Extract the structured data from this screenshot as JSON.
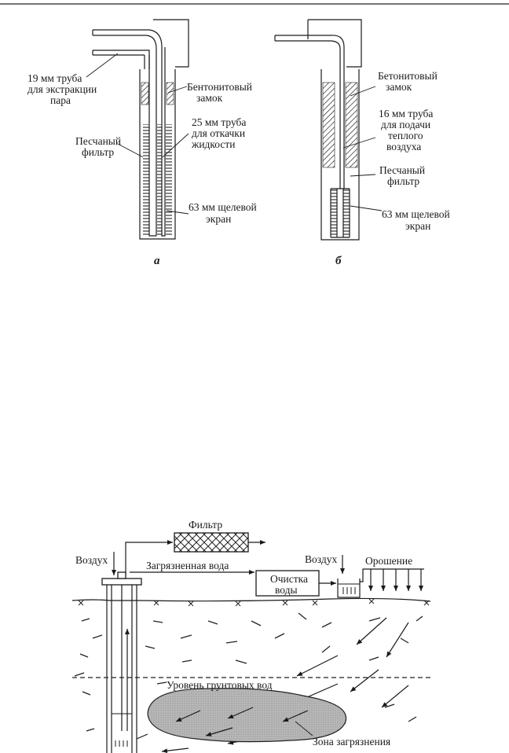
{
  "top_diagram": {
    "a": {
      "label_pipe19": [
        "19 мм труба",
        "для экстракции",
        "пара"
      ],
      "label_bentonite": [
        "Бентонитовый",
        "замок"
      ],
      "label_pipe25": [
        "25 мм труба",
        "для откачки",
        "жидкости"
      ],
      "label_sand": [
        "Песчаный",
        "фильтр"
      ],
      "label_screen": [
        "63 мм щелевой",
        "экран"
      ],
      "caption": "а"
    },
    "b": {
      "label_bentonite": [
        "Бетонитовый",
        "замок"
      ],
      "label_pipe16": [
        "16 мм труба",
        "для подачи",
        "теплого",
        "воздуха"
      ],
      "label_sand": [
        "Песчаный",
        "фильтр"
      ],
      "label_screen": [
        "63 мм щелевой",
        "экран"
      ],
      "caption": "б"
    }
  },
  "bottom_diagram": {
    "filter": "Фильтр",
    "air_left": "Воздух",
    "air_right": "Воздух",
    "contaminated_water": "Загрязненная вода",
    "treatment": [
      "Очистка",
      "воды"
    ],
    "irrigation": "Орошение",
    "groundwater_level": "Уровень грунтовых вод",
    "contamination_zone": "Зона загрязнения"
  }
}
